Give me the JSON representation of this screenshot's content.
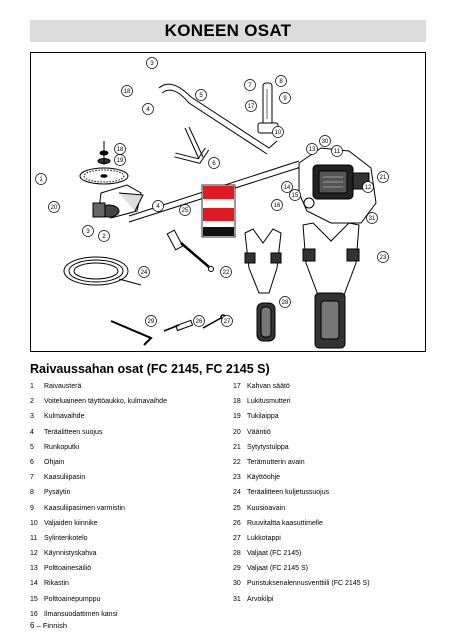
{
  "page": {
    "title": "KONEEN OSAT",
    "section_title": "Raivaussahan osat (FC 2145, FC 2145 S)",
    "footer": {
      "page_number": "6",
      "separator": "–",
      "language": "Finnish"
    }
  },
  "figure": {
    "callouts": [
      "1",
      "2",
      "3",
      "4",
      "5",
      "6",
      "7",
      "8",
      "9",
      "10",
      "11",
      "12",
      "13",
      "14",
      "15",
      "16",
      "17",
      "18",
      "19",
      "20",
      "21",
      "22",
      "23",
      "24",
      "25",
      "26",
      "27",
      "28",
      "29",
      "30",
      "31"
    ],
    "callout_4_duplicate": "4",
    "warning_label_colors": {
      "red": "#e01a22",
      "white": "#ffffff",
      "black": "#111111"
    }
  },
  "parts": {
    "left": [
      {
        "num": "1",
        "label": "Raivausterä"
      },
      {
        "num": "2",
        "label": "Voiteluaineen täyttöaukko, kulmavaihde"
      },
      {
        "num": "3",
        "label": "Kulmavaihde"
      },
      {
        "num": "4",
        "label": "Teräalitteen suojus"
      },
      {
        "num": "5",
        "label": "Runkoputki"
      },
      {
        "num": "6",
        "label": "Ohjain"
      },
      {
        "num": "7",
        "label": "Kaasuliipasin"
      },
      {
        "num": "8",
        "label": "Pysäytin"
      },
      {
        "num": "9",
        "label": "Kaasuliipasimen varmistin"
      },
      {
        "num": "10",
        "label": "Valjaiden kiinnike"
      },
      {
        "num": "11",
        "label": "Sylinterikotelo"
      },
      {
        "num": "12",
        "label": "Käynnistyskahva"
      },
      {
        "num": "13",
        "label": "Polttoainesäiliö"
      },
      {
        "num": "14",
        "label": "Rikastin"
      },
      {
        "num": "15",
        "label": "Polttoainepumppu"
      },
      {
        "num": "16",
        "label": "Ilmansuodattimen kansi"
      }
    ],
    "right": [
      {
        "num": "17",
        "label": "Kahvan säätö"
      },
      {
        "num": "18",
        "label": "Lukitusmutteri"
      },
      {
        "num": "19",
        "label": "Tukilaippa"
      },
      {
        "num": "20",
        "label": "Vääntiö"
      },
      {
        "num": "21",
        "label": "Sytytystulppa"
      },
      {
        "num": "22",
        "label": "Terämutterin avain"
      },
      {
        "num": "23",
        "label": "Käyttöohje"
      },
      {
        "num": "24",
        "label": "Teräalitteen kuljetussuojus"
      },
      {
        "num": "25",
        "label": "Kuusioavain"
      },
      {
        "num": "26",
        "label": "Ruuvitaltta kaasuttimelle"
      },
      {
        "num": "27",
        "label": "Lukkotappi"
      },
      {
        "num": "28",
        "label": "Valjaat (FC 2145)"
      },
      {
        "num": "29",
        "label": "Valjaat (FC 2145 S)"
      },
      {
        "num": "30",
        "label": "Puristuksenalennusventtiili (FC 2145 S)"
      },
      {
        "num": "31",
        "label": "Arvokilpi"
      }
    ]
  }
}
